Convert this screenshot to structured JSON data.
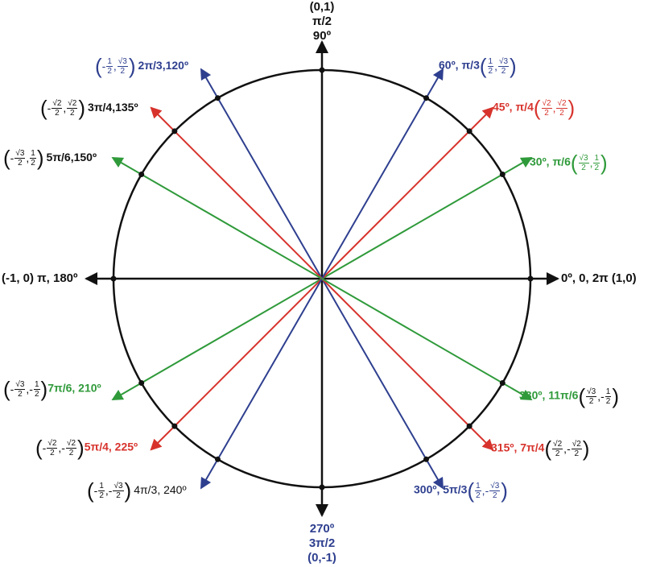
{
  "colors": {
    "black": "#111111",
    "blue": "#2e3f8f",
    "red": "#d7332c",
    "green": "#2f9a3a"
  },
  "top": {
    "coord": "(0,1)",
    "rad": "π/2",
    "deg": "90º"
  },
  "bottom": {
    "deg": "270º",
    "rad": "3π/2",
    "coord": "(0,-1)"
  },
  "right": {
    "text": "0º, 0, 2π (1,0)"
  },
  "left": {
    "text": "(-1, 0) π, 180º"
  },
  "angles": [
    {
      "deg": 30,
      "color": "green",
      "text": "30º, π/6",
      "cx": {
        "sign": "",
        "num": "√3",
        "den": "2"
      },
      "cy": {
        "sign": "",
        "num": "1",
        "den": "2"
      }
    },
    {
      "deg": 45,
      "color": "red",
      "text": "45º, π/4",
      "cx": {
        "sign": "",
        "num": "√2",
        "den": "2"
      },
      "cy": {
        "sign": "",
        "num": "√2",
        "den": "2"
      }
    },
    {
      "deg": 60,
      "color": "blue",
      "text": "60º, π/3",
      "cx": {
        "sign": "",
        "num": "1",
        "den": "2"
      },
      "cy": {
        "sign": "",
        "num": "√3",
        "den": "2"
      }
    },
    {
      "deg": 120,
      "color": "blue",
      "text": "2π/3,120º",
      "cx": {
        "sign": "-",
        "num": "1",
        "den": "2"
      },
      "cy": {
        "sign": "",
        "num": "√3",
        "den": "2"
      }
    },
    {
      "deg": 135,
      "color": "red",
      "text": "3π/4,135º",
      "cx": {
        "sign": "-",
        "num": "√2",
        "den": "2"
      },
      "cy": {
        "sign": "",
        "num": "√2",
        "den": "2"
      }
    },
    {
      "deg": 150,
      "color": "green",
      "text": "5π/6,150º",
      "cx": {
        "sign": "-",
        "num": "√3",
        "den": "2"
      },
      "cy": {
        "sign": "",
        "num": "1",
        "den": "2"
      }
    },
    {
      "deg": 210,
      "color": "green",
      "text": "7π/6, 210º",
      "cx": {
        "sign": "-",
        "num": "√3",
        "den": "2"
      },
      "cy": {
        "sign": "-",
        "num": "1",
        "den": "2"
      }
    },
    {
      "deg": 225,
      "color": "red",
      "text": "5π/4, 225º",
      "cx": {
        "sign": "-",
        "num": "√2",
        "den": "2"
      },
      "cy": {
        "sign": "-",
        "num": "√2",
        "den": "2"
      }
    },
    {
      "deg": 240,
      "color": "blue",
      "text": "4π/3, 240º",
      "cx": {
        "sign": "-",
        "num": "1",
        "den": "2"
      },
      "cy": {
        "sign": "-",
        "num": "√3",
        "den": "2"
      }
    },
    {
      "deg": 300,
      "color": "blue",
      "text": "300º, 5π/3",
      "cx": {
        "sign": "",
        "num": "1",
        "den": "2"
      },
      "cy": {
        "sign": "-",
        "num": "√3",
        "den": "2"
      }
    },
    {
      "deg": 315,
      "color": "red",
      "text": "315º, 7π/4",
      "cx": {
        "sign": "",
        "num": "√2",
        "den": "2"
      },
      "cy": {
        "sign": "-",
        "num": "√2",
        "den": "2"
      }
    },
    {
      "deg": 330,
      "color": "green",
      "text": "330º, 11π/6",
      "cx": {
        "sign": "",
        "num": "√3",
        "den": "2"
      },
      "cy": {
        "sign": "-",
        "num": "1",
        "den": "2"
      }
    }
  ]
}
